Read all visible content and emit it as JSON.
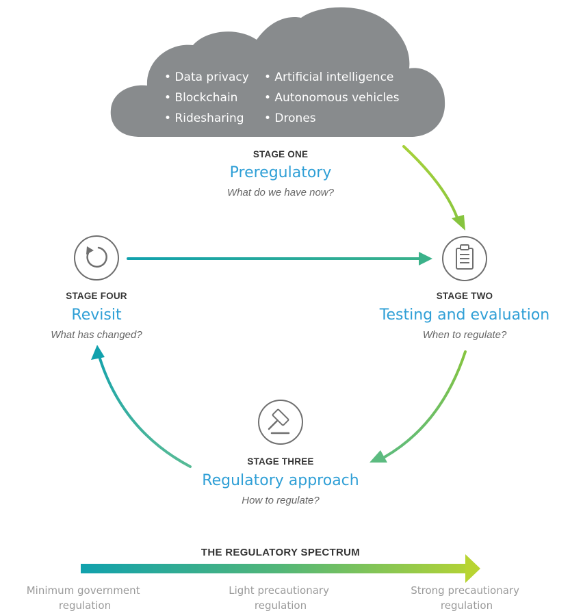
{
  "cloud": {
    "items_left": [
      "• Data privacy",
      "• Blockchain",
      "• Ridesharing"
    ],
    "items_right": [
      "• Artificial intelligence",
      "• Autonomous vehicles",
      "• Drones"
    ]
  },
  "stages": {
    "one": {
      "kicker": "STAGE ONE",
      "name": "Preregulatory",
      "question": "What do we have now?"
    },
    "two": {
      "kicker": "STAGE TWO",
      "name": "Testing and evaluation",
      "question": "When to regulate?"
    },
    "three": {
      "kicker": "STAGE THREE",
      "name": "Regulatory approach",
      "question": "How to regulate?"
    },
    "four": {
      "kicker": "STAGE FOUR",
      "name": "Revisit",
      "question": "What has changed?"
    }
  },
  "icons": {
    "two": "clipboard-icon",
    "three": "gavel-icon",
    "four": "refresh-icon"
  },
  "spectrum": {
    "title": "THE REGULATORY SPECTRUM",
    "labels": [
      [
        "Minimum government",
        "regulation"
      ],
      [
        "Light precautionary",
        "regulation"
      ],
      [
        "Strong precautionary",
        "regulation"
      ]
    ]
  },
  "colors": {
    "cloud": "#888b8d",
    "teal": "#11a1ad",
    "green": "#86c43e",
    "lime": "#b8d432",
    "stage_name": "#2f9fd6",
    "icon_stroke": "#6f6f6f"
  }
}
